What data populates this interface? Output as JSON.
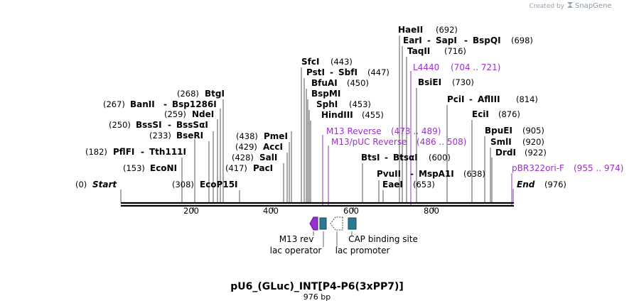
{
  "credit": {
    "prefix": "Created by",
    "brand": "SnapGene"
  },
  "map": {
    "name": "pU6_(GLuc)_INT[P4-P6(3xPP7)]",
    "length_label": "976 bp",
    "ticks": [
      "200",
      "400",
      "600",
      "800"
    ]
  },
  "sites": {
    "start": {
      "pos": "(0)",
      "name": "Start"
    },
    "end": {
      "name": "End",
      "pos": "(976)"
    },
    "pfli": {
      "pos": "(182)",
      "name": "PflFI",
      "alt": "Tth111I"
    },
    "econi": {
      "pos": "(153)",
      "name": "EcoNI"
    },
    "bseri": {
      "pos": "(233)",
      "name": "BseRI"
    },
    "bsssi": {
      "pos": "(250)",
      "name": "BssSI",
      "alt": "BssSαI"
    },
    "ndei": {
      "pos": "(259)",
      "name": "NdeI"
    },
    "banii": {
      "pos": "(267)",
      "name": "BanII",
      "alt": "Bsp1286I"
    },
    "btgi": {
      "pos": "(268)",
      "name": "BtgI"
    },
    "ecop15i": {
      "pos": "(308)",
      "name": "EcoP15I"
    },
    "paci": {
      "pos": "(417)",
      "name": "PacI"
    },
    "sali": {
      "pos": "(428)",
      "name": "SalI"
    },
    "acci": {
      "pos": "(429)",
      "name": "AccI"
    },
    "pmei": {
      "pos": "(438)",
      "name": "PmeI"
    },
    "sfci": {
      "name": "SfcI",
      "pos": "(443)"
    },
    "psti": {
      "name": "PstI",
      "alt": "SbfI",
      "pos": "(447)"
    },
    "bfuai": {
      "name": "BfuAI",
      "pos": "(450)"
    },
    "bspmi": {
      "name": "BspMI"
    },
    "sphi": {
      "name": "SphI",
      "pos": "(453)"
    },
    "hindiii": {
      "name": "HindIII",
      "pos": "(455)"
    },
    "btsi": {
      "name": "BtsI",
      "alt": "BtsαI",
      "pos": "(600)"
    },
    "pvuii": {
      "name": "PvuII",
      "alt": "MspA1I",
      "pos": "(638)"
    },
    "eaei": {
      "name": "EaeI",
      "pos": "(653)"
    },
    "haeii": {
      "name": "HaeII",
      "pos": "(692)"
    },
    "eari": {
      "name": "EarI",
      "alt": "SapI",
      "alt2": "BspQI",
      "pos": "(698)"
    },
    "taqii": {
      "name": "TaqII",
      "pos": "(716)"
    },
    "bsiei": {
      "name": "BsiEI",
      "pos": "(730)"
    },
    "pcii": {
      "name": "PciI",
      "alt": "AflIII",
      "pos": "(814)"
    },
    "ecii": {
      "name": "EciI",
      "pos": "(876)"
    },
    "bpuei": {
      "name": "BpuEI",
      "pos": "(905)"
    },
    "smli": {
      "name": "SmlI",
      "pos": "(920)"
    },
    "drdi": {
      "name": "DrdI",
      "pos": "(922)"
    }
  },
  "primers": {
    "l4440": {
      "name": "L4440",
      "range": "(704 .. 721)"
    },
    "m13rev": {
      "name": "M13 Reverse",
      "range": "(473 .. 489)"
    },
    "m13puc": {
      "name": "M13/pUC Reverse",
      "range": "(486 .. 508)"
    },
    "pbr": {
      "name": "pBR322ori-F",
      "range": "(955 .. 974)"
    }
  },
  "features": {
    "m13rev": "M13 rev",
    "lacop": "lac operator",
    "lacprom": "lac promoter",
    "cap": "CAP binding site"
  },
  "colors": {
    "primer": "#9a2fd0",
    "feature_teal": "#2b7a94",
    "feature_purple": "#9a2fd0"
  }
}
